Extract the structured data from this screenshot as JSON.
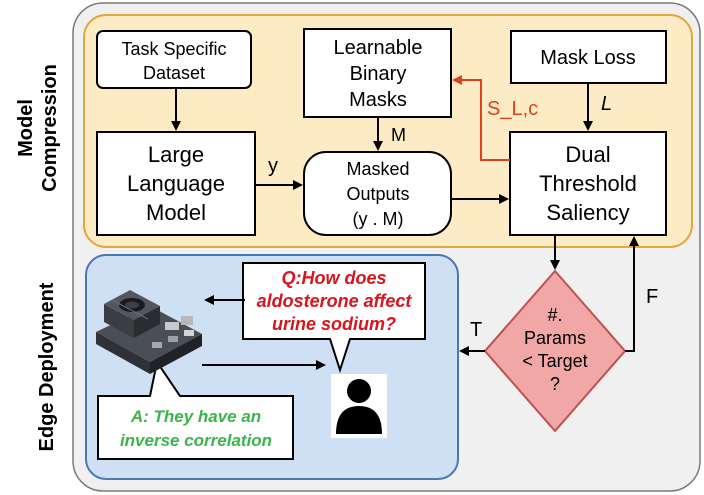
{
  "side_labels": {
    "compression": [
      "Model",
      "Compression"
    ],
    "deployment": "Edge Deployment"
  },
  "boxes": {
    "dataset": [
      "Task Specific",
      "Dataset"
    ],
    "masks": [
      "Learnable",
      "Binary",
      "Masks"
    ],
    "mask_loss": "Mask Loss",
    "llm": [
      "Large",
      "Language",
      "Model"
    ],
    "masked_outputs": [
      "Masked",
      "Outputs",
      "(y . M)"
    ],
    "saliency": [
      "Dual",
      "Threshold",
      "Saliency"
    ]
  },
  "edge_labels": {
    "y": "y",
    "M": "M",
    "L": "L",
    "slc": "S_L,c",
    "T": "T",
    "F": "F"
  },
  "decision": [
    "#.",
    "Params",
    "< Target",
    "?"
  ],
  "question": [
    "Q:How does",
    "aldosterone affect",
    "urine sodium?"
  ],
  "answer": [
    "A: They have an",
    "inverse correlation"
  ],
  "icons": {
    "device": "edge-device-icon",
    "user": "user-icon"
  },
  "colors": {
    "compression_fill": "#fcebc4",
    "compression_border": "#e3a83c",
    "deployment_fill": "#cfe0f5",
    "deployment_border": "#4a78b4",
    "outer_fill": "#f0f0f0",
    "decision_fill": "#f2a7a7",
    "decision_border": "#c0504d",
    "feedback_arrow": "#e0401c",
    "question_text": "#d9141c",
    "answer_text": "#3ab54a"
  }
}
